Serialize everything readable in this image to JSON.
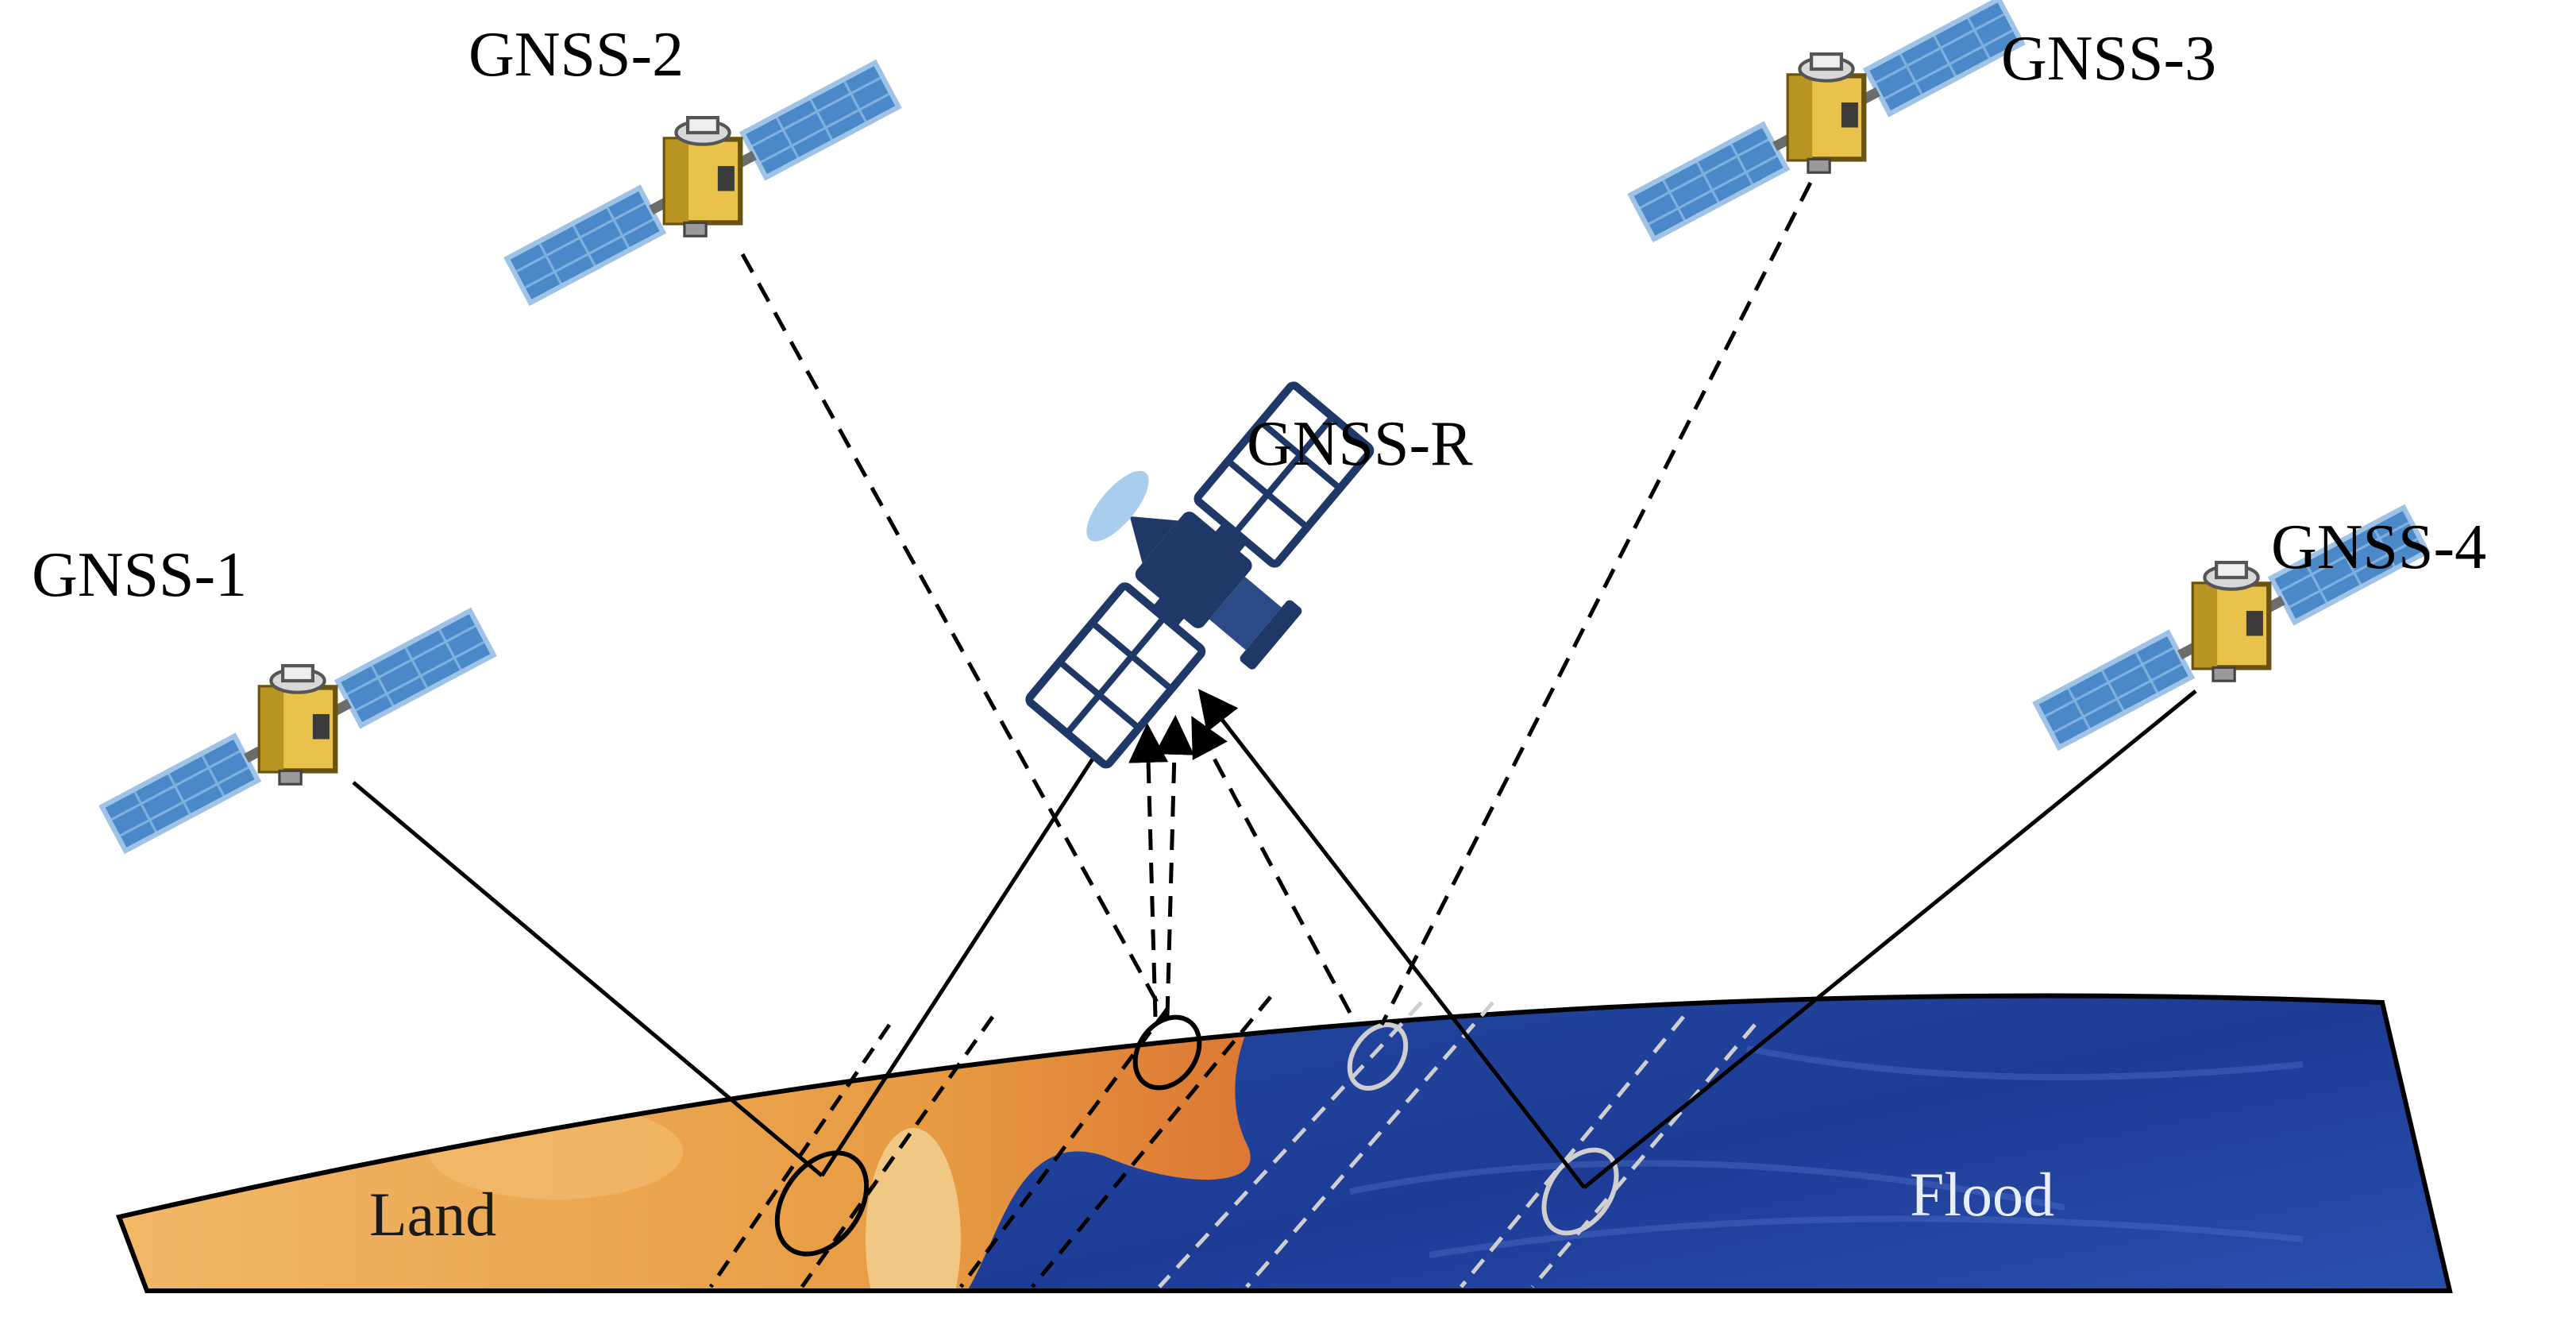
{
  "labels": {
    "gnss1": "GNSS-1",
    "gnss2": "GNSS-2",
    "gnss3": "GNSS-3",
    "gnss4": "GNSS-4",
    "gnssr": "GNSS-R",
    "land": "Land",
    "flood": "Flood"
  },
  "colors": {
    "land": "#e9a44a",
    "land_dark": "#d46a2a",
    "flood": "#1e3c96",
    "flood_light": "#3a5fbf",
    "panel": "#4a88c8",
    "panel_frame": "#9ec3e6",
    "gold": "#e8c24a",
    "receiver_body": "#1f3868",
    "receiver_panel": "#ffffff",
    "line": "#000000",
    "footprint_water": "#c8c8c8"
  }
}
